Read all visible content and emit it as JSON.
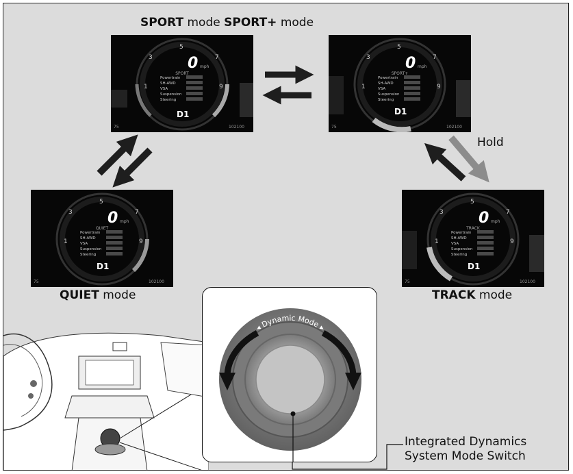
{
  "labels": {
    "sport": "SPORT",
    "sport_mode": "mode",
    "sportplus": "SPORT+",
    "sportplus_mode": "mode",
    "quiet": "QUIET",
    "quiet_mode": "mode",
    "track": "TRACK",
    "track_mode": "mode",
    "hold": "Hold",
    "dynamic_mode": "Dynamic Mode",
    "switch_line1": "Integrated Dynamics",
    "switch_line2": "System Mode Switch"
  },
  "colors": {
    "background": "#dcdcdc",
    "arrow": "#1e1e1e",
    "hold_arrow": "#8c8c8c",
    "cluster_bg": "#070707",
    "gauge_accent": "#8a8a8a"
  },
  "clusters": {
    "sport": {
      "speed": "0",
      "unit": "mph",
      "mode_name": "SPORT",
      "gear": "D1",
      "rows": [
        "Powertrain",
        "SH-AWD",
        "VSA",
        "Suspension",
        "Steering"
      ],
      "temp": "75",
      "odo": "102100"
    },
    "sportplus": {
      "speed": "0",
      "unit": "mph",
      "mode_name": "SPORT+",
      "gear": "D1",
      "rows": [
        "Powertrain",
        "SH-AWD",
        "VSA",
        "Suspension",
        "Steering"
      ],
      "temp": "75",
      "odo": "102100"
    },
    "quiet": {
      "speed": "0",
      "unit": "mph",
      "mode_name": "QUIET",
      "gear": "D1",
      "rows": [
        "Powertrain",
        "SH-AWD",
        "VSA",
        "Suspension",
        "Steering"
      ],
      "temp": "75",
      "odo": "102100"
    },
    "track": {
      "speed": "0",
      "unit": "mph",
      "mode_name": "TRACK",
      "gear": "D1",
      "rows": [
        "Powertrain",
        "SH-AWD",
        "VSA",
        "Suspension",
        "Steering"
      ],
      "temp": "75",
      "odo": "102100"
    }
  }
}
